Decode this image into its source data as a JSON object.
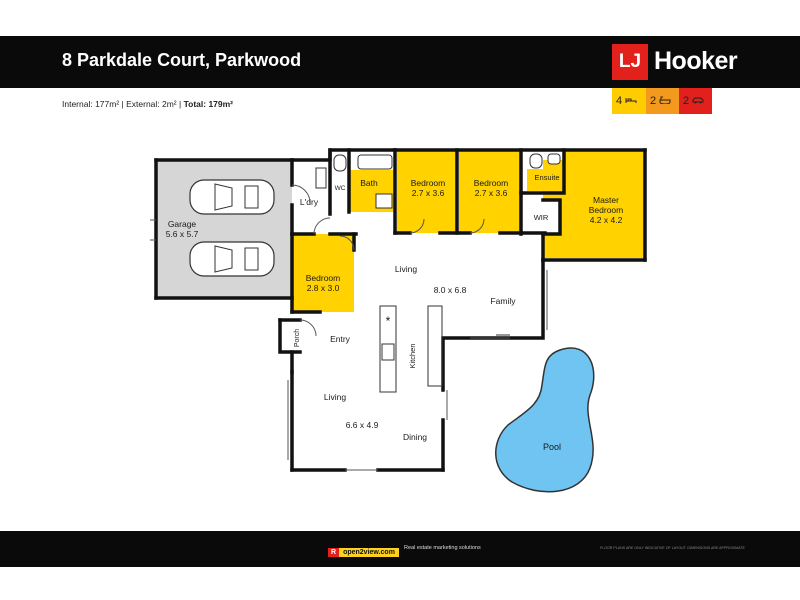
{
  "header": {
    "address": "8 Parkdale Court, Parkwood",
    "logo_box": "LJ",
    "logo_word": "Hooker"
  },
  "area_summary": {
    "internal": "Internal: 177m² | External: 2m² | ",
    "total_label": "Total: 179m²"
  },
  "features": {
    "bedrooms": "4",
    "bathrooms": "2",
    "car_spaces": "2",
    "colors": {
      "bedrooms": "#ffcc00",
      "bathrooms": "#f39a1e",
      "cars": "#e2211c"
    }
  },
  "rooms": {
    "garage": {
      "name": "Garage",
      "size": "5.6 x 5.7"
    },
    "ldry": {
      "name": "L'dry"
    },
    "wc": {
      "name": "WC"
    },
    "bath": {
      "name": "Bath"
    },
    "bed2": {
      "name": "Bedroom",
      "size": "2.7 x 3.6"
    },
    "bed3": {
      "name": "Bedroom",
      "size": "2.7 x 3.6"
    },
    "ensuite": {
      "name": "Ensuite"
    },
    "wir": {
      "name": "WIR"
    },
    "master": {
      "name": "Master",
      "name2": "Bedroom",
      "size": "4.2 x 4.2"
    },
    "bed4": {
      "name": "Bedroom",
      "size": "2.8 x 3.0"
    },
    "living_top": {
      "name": "Living",
      "size": "8.0 x 6.8"
    },
    "family": {
      "name": "Family"
    },
    "porch": {
      "name": "Porch"
    },
    "entry": {
      "name": "Entry"
    },
    "kitchen": {
      "name": "Kitchen"
    },
    "living_bottom": {
      "name": "Living",
      "size": "6.6 x 4.9"
    },
    "dining": {
      "name": "Dining"
    },
    "pool": {
      "name": "Pool"
    }
  },
  "symbols": {
    "fan": "*"
  },
  "footer": {
    "badge": "R",
    "brand": "open2view.com",
    "tagline": "Real estate marketing solutions",
    "disclaimer": "FLOOR PLANS ARE ONLY INDICATIVE OF LAYOUT. DIMENSIONS ARE APPROXIMATE"
  },
  "colors": {
    "bar": "#0a0a0a",
    "bedroom_fill": "#ffd200",
    "garage_fill": "#d6d6d6",
    "pool_fill": "#6fc4f2",
    "wall": "#111111"
  }
}
